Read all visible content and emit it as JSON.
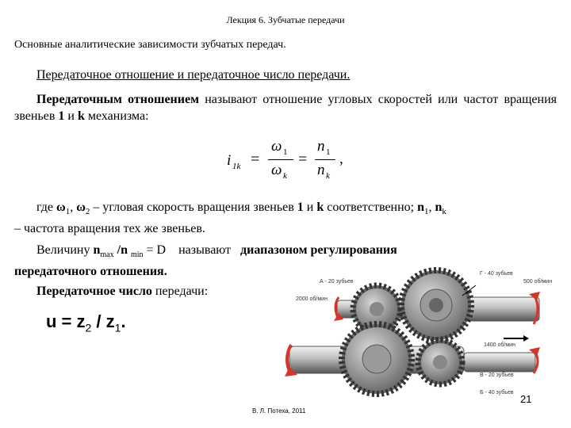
{
  "header": "Лекция 6. Зубчатые передачи",
  "subtitle": "Основные аналитические зависимости зубчатых передач.",
  "section_title": "Передаточное отношение и передаточное число передачи.",
  "definition": {
    "term": "Передаточным отношением",
    "text": " называют отношение угловых скоростей или частот вращения звеньев ",
    "one": "1",
    "and": " и ",
    "k": "k",
    "end": " механизма:"
  },
  "formula": {
    "i": "i",
    "sub": "1k",
    "eq1": "=",
    "omega1": "ω",
    "omega1_sub": "1",
    "omegak": "ω",
    "omegak_sub": "k",
    "eq2": "=",
    "n1": "n",
    "n1_sub": "1",
    "nk": "n",
    "nk_sub": "k",
    "comma": ","
  },
  "where": {
    "prefix": "где ",
    "w1": "ω",
    "w1_sub": "1",
    "comma": ",  ",
    "w2": "ω",
    "w2_sub": "2",
    "text1": " – угловая скорость вращения звеньев ",
    "one": "1",
    "and": " и ",
    "k": "k",
    "text2": " соответственно; ",
    "n1": "n",
    "n1_sub": "1",
    "comma2": ", ",
    "nk": "n",
    "nk_sub": "k",
    "line2": "– частота вращения тех же звеньев."
  },
  "range": {
    "lead": "Величину ",
    "n": "n",
    "max": "max",
    "slash": " /n ",
    "min": "min",
    "eq": " = D",
    "called": "называют",
    "term1": "диапазоном регулирования",
    "term2": "передаточного отношения."
  },
  "gear_number": {
    "bold": "Передаточное число",
    "rest": " передачи:"
  },
  "equation": {
    "u": "u = z",
    "s2": "2",
    "mid": " / z",
    "s1": "1",
    "dot": "."
  },
  "illustration": {
    "labels": [
      "Г - 40 зубьев",
      "А - 20 зубьев",
      "500 об/мин",
      "2000 об/мин",
      "1400 об/мин",
      "В - 20 зубьев",
      "Б - 40 зубьев"
    ],
    "accent": "#d9332a",
    "steel": "#8a8a8a"
  },
  "page_number": "21",
  "footer": "В. Л. Потеха, 2011"
}
